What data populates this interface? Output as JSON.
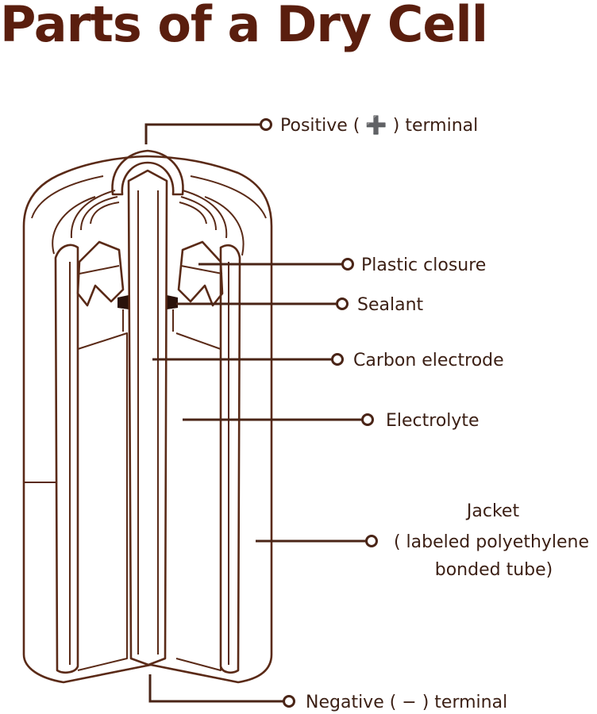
{
  "title": "Parts of a Dry Cell",
  "labels": {
    "positive": "Positive ( ➕ ) terminal",
    "plastic_closure": "Plastic closure",
    "sealant": "Sealant",
    "carbon_electrode": "Carbon electrode",
    "electrolyte": "Electrolyte",
    "jacket_line1": "Jacket",
    "jacket_line2": "( labeled polyethylene",
    "jacket_line3": "bonded tube)",
    "negative": "Negative ( − ) terminal"
  },
  "colors": {
    "title": "#5a1e0e",
    "outline": "#5a2a17",
    "electrode_fill": "#c8c8c8",
    "background": "#ffffff"
  }
}
